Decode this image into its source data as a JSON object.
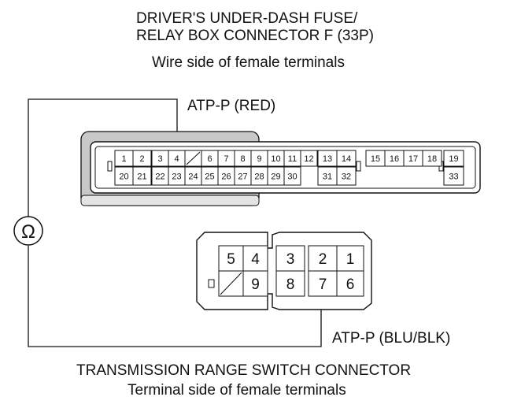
{
  "top_connector": {
    "title_line1": "DRIVER'S UNDER-DASH FUSE/",
    "title_line2": "RELAY BOX CONNECTOR F (33P)",
    "view_note": "Wire side of female terminals",
    "probe_label": "ATP-P (RED)",
    "row1": [
      "1",
      "2",
      "3",
      "4",
      "",
      "6",
      "7",
      "8",
      "9",
      "10",
      "11",
      "12",
      "13",
      "14",
      "15",
      "16",
      "17",
      "18",
      "19"
    ],
    "row2": [
      "20",
      "21",
      "22",
      "23",
      "24",
      "25",
      "26",
      "27",
      "28",
      "29",
      "30",
      "31",
      "32",
      "33"
    ]
  },
  "bottom_connector": {
    "title": "TRANSMISSION RANGE SWITCH CONNECTOR",
    "view_note": "Terminal side of female terminals",
    "probe_label": "ATP-P (BLU/BLK)",
    "row1": [
      "5",
      "4",
      "3",
      "2",
      "1"
    ],
    "row2": [
      "9",
      "8",
      "7",
      "6"
    ]
  },
  "meter": {
    "symbol": "Ω",
    "icon": "ohmmeter-icon"
  }
}
